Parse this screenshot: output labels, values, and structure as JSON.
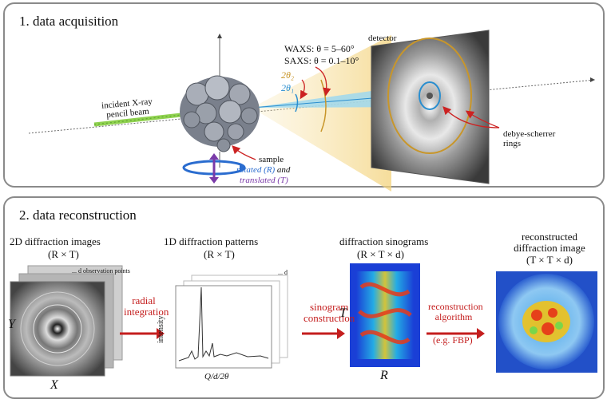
{
  "panel1": {
    "title": "1. data acquisition",
    "detector_label": "detector",
    "waxs_label": "WAXS: θ = 5–60°",
    "saxs_label": "SAXS: θ = 0.1–10°",
    "two_theta_2": "2θ₂",
    "two_theta_1": "2θ₁",
    "beam_label_line1": "incident X-ray",
    "beam_label_line2": "pencil beam",
    "sample_label": "sample",
    "rotated_label": "rotated (R)",
    "and_label": "and",
    "translated_label": "translated (T)",
    "rings_label_line1": "debye-scherrer",
    "rings_label_line2": "rings",
    "colors": {
      "ring_outer": "#c8962a",
      "ring_inner": "#2a8ecf",
      "arrow": "#cc2222",
      "rotate": "#2a6ccf",
      "translate": "#7a3aa8",
      "beam": "#8fd14f"
    }
  },
  "panel2": {
    "title": "2. data reconstruction",
    "col1_title": "2D diffraction  images",
    "col1_sub": "(R × T)",
    "col1_obs": "... d observation points",
    "axis_y": "Y",
    "axis_x": "X",
    "step1_line1": "radial",
    "step1_line2": "integration",
    "col2_title": "1D diffraction  patterns",
    "col2_sub": "(R × T)",
    "col2_d": "... d",
    "col2_ylabel": "intensity",
    "col2_xlabel": "Q/d/2θ",
    "step2_line1": "sinogram",
    "step2_line2": "construction",
    "col3_title": "diffraction  sinograms",
    "col3_sub": "(R × T × d)",
    "col3_axis_t": "T",
    "col3_axis_r": "R",
    "step3_line1": "reconstruction",
    "step3_line2": "algorithm",
    "step3_line3": "(e.g. FBP)",
    "col4_title1": "reconstructed",
    "col4_title2": "diffraction image",
    "col4_sub": "(T × T × d)",
    "colors": {
      "arrow": "#c41e1e",
      "step_text": "#c41e1e"
    }
  }
}
